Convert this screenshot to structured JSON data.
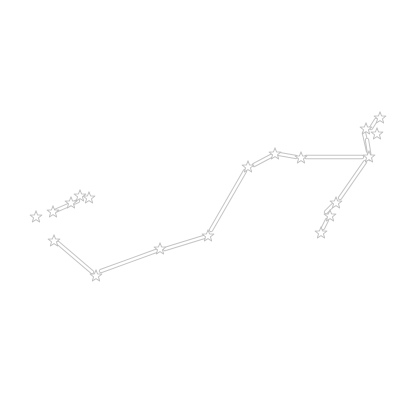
{
  "figure": {
    "type": "constellation",
    "background": "#ffffff",
    "line_color": "#ffffff",
    "line_outline": "#c4c4c4",
    "star_fill": "#ffffff",
    "star_outline": "#bdbdbd",
    "star_icon": "five-point-star-icon",
    "star_count": 19,
    "link_count": 15
  }
}
